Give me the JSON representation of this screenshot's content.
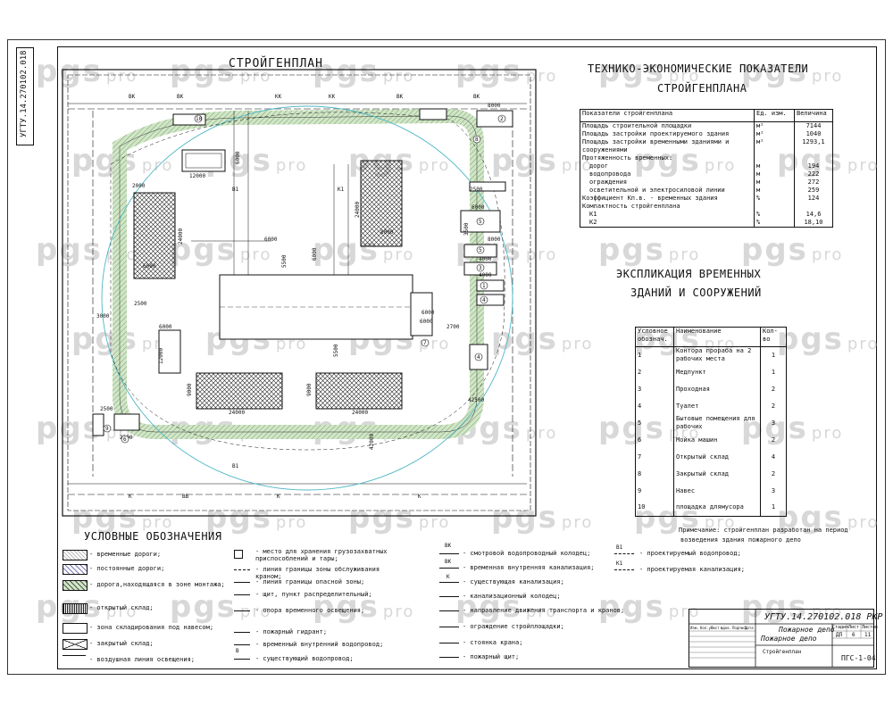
{
  "sheet": {
    "stamp_text": "УГТУ.14.270102.018",
    "watermark": {
      "brand": "pgs",
      "suffix": "pro"
    }
  },
  "plan": {
    "title": "СТРОЙГЕНПЛАН",
    "building_dims": [
      "5500",
      "5500",
      "5500",
      "5500"
    ],
    "dims": {
      "d12000a": "12000",
      "d6000a": "6000",
      "d2000": "2000",
      "d24000a": "24000",
      "d6000b": "6000",
      "d24000b": "24000",
      "d8000a": "8000",
      "d6000c": "6000",
      "d12000b": "12000",
      "d3000": "3000",
      "d2500a": "2500",
      "d6000d": "6000",
      "d9000a": "9000",
      "d9000b": "9000",
      "d24000c": "24000",
      "d24000d": "24000",
      "d2500b": "2500",
      "d2500c": "2500",
      "d12000c": "12000",
      "d6000e": "6000",
      "d2700": "2700",
      "d42500": "42500",
      "d8000b": "8000",
      "d8000c": "8000",
      "d3500a": "3500",
      "d3500b": "3500",
      "d2500d": "2500",
      "d4000a": "4000",
      "d4000b": "4000",
      "d6000f": "6000",
      "d8000d": "8000",
      "d6000g": "6000",
      "d2500e": "2500",
      "d6000h": "6000",
      "d6000i": "6000",
      "d42000": "42000",
      "d3000b": "3000"
    },
    "markers": [
      "10",
      "2",
      "8",
      "5",
      "5",
      "3",
      "1",
      "4",
      "7",
      "4",
      "9",
      "6"
    ],
    "labels": {
      "vk": "ВК",
      "kk": "КК",
      "k": "К",
      "v1": "В1",
      "v": "В",
      "bb": "ВВ",
      "bk": "ВК",
      "k1": "К1"
    }
  },
  "tep": {
    "title_l1": "ТЕХНИКО-ЭКОНОМИЧЕСКИЕ ПОКАЗАТЕЛИ",
    "title_l2": "СТРОЙГЕНПЛАНА",
    "head": [
      "Показатели стройгенплана",
      "Ед. изм.",
      "Величина"
    ],
    "rows": [
      [
        "Площадь строительной площадки",
        "м²",
        "7144"
      ],
      [
        "Площадь застройки проектируемого здания",
        "м²",
        "1040"
      ],
      [
        "Площадь застройки временными зданиями и сооружениями",
        "м²",
        "1293,1"
      ],
      [
        "Протяженность временных:",
        "",
        ""
      ],
      [
        "дорог",
        "м",
        "194"
      ],
      [
        "водопровода",
        "м",
        "222"
      ],
      [
        "ограждения",
        "м",
        "272"
      ],
      [
        "осветительной и электросиловой линии",
        "м",
        "259"
      ],
      [
        "Коэффициент Кп.в. - временных здания",
        "%",
        "124"
      ],
      [
        "Компактность стройгенплана",
        "",
        ""
      ],
      [
        "К1",
        "%",
        "14,6"
      ],
      [
        "К2",
        "%",
        "18,10"
      ]
    ]
  },
  "expl": {
    "title_l1": "ЭКСПЛИКАЦИЯ ВРЕМЕННЫХ",
    "title_l2": "ЗДАНИЙ И СООРУЖЕНИЙ",
    "head": [
      "Условное обознач.",
      "Наименование",
      "Кол-во"
    ],
    "rows": [
      [
        "1",
        "Контора прораба на 2 рабочих места",
        "1"
      ],
      [
        "2",
        "Медпункт",
        "1"
      ],
      [
        "3",
        "Проходная",
        "2"
      ],
      [
        "4",
        "Туалет",
        "2"
      ],
      [
        "5",
        "Бытовые помещения для рабочих",
        "3"
      ],
      [
        "6",
        "Мойка машин",
        "2"
      ],
      [
        "7",
        "Открытый склад",
        "4"
      ],
      [
        "8",
        "Закрытый склад",
        "2"
      ],
      [
        "9",
        "Навес",
        "3"
      ],
      [
        "10",
        "площадка длямусора",
        "1"
      ]
    ],
    "note_l1": "Примечание: стройгенплан разработан на период",
    "note_l2": "возведения здания пожарного депо"
  },
  "legend": {
    "title": "УСЛОВНЫЕ ОБОЗНАЧЕНИЯ",
    "col1": [
      "- временные дороги;",
      "- постоянные дороги;",
      "- дорога,находящаяся в зоне монтажа;",
      "- открытый склад;",
      "- зона складирования под навесом;",
      "- закрытый склад;",
      "- воздушная линия освещения;"
    ],
    "col2": [
      "- место для хранения грузозахватных приспособлений и тары;",
      "- линия границы зоны обслуживания краном;",
      "- линия границы опасной зоны;",
      "- щит, пункт распределительный;",
      "- опора временного освещения;",
      "- пожарный гидрант;",
      "- временный внутренний водопровод;",
      "- существующий водопровод;"
    ],
    "col3": [
      "- смотровой водопроводный колодец;",
      "- временная внутренняя канализация;",
      "- существующая канализация;",
      "- канализационный колодец;",
      "- направление движения транспорта и кранов;",
      "- ограждение стройплощадки;",
      "- стоянка крана;",
      "- пожарный щит;"
    ],
    "col4": [
      "- проектируемый водопровод;",
      "- проектируемая канализация;"
    ],
    "sym_labels": {
      "b1": "В1",
      "bk": "ВК",
      "k": "К",
      "k1": "К1",
      "b": "В"
    }
  },
  "titleblock": {
    "code": "УГТУ.14.270102.018 РКР",
    "project": "Пожарное депо",
    "sheet_name": "Пожарное депо",
    "drawing": "Стройгенплан",
    "mark": "ПГС-1-04",
    "stage_head": [
      "Стадия",
      "Лист",
      "Листов"
    ],
    "stage": [
      "ДП",
      "6",
      "11"
    ],
    "cols": [
      "Изм.",
      "Кол.уч",
      "Лист",
      "№док.",
      "Подпись",
      "Дата"
    ]
  }
}
